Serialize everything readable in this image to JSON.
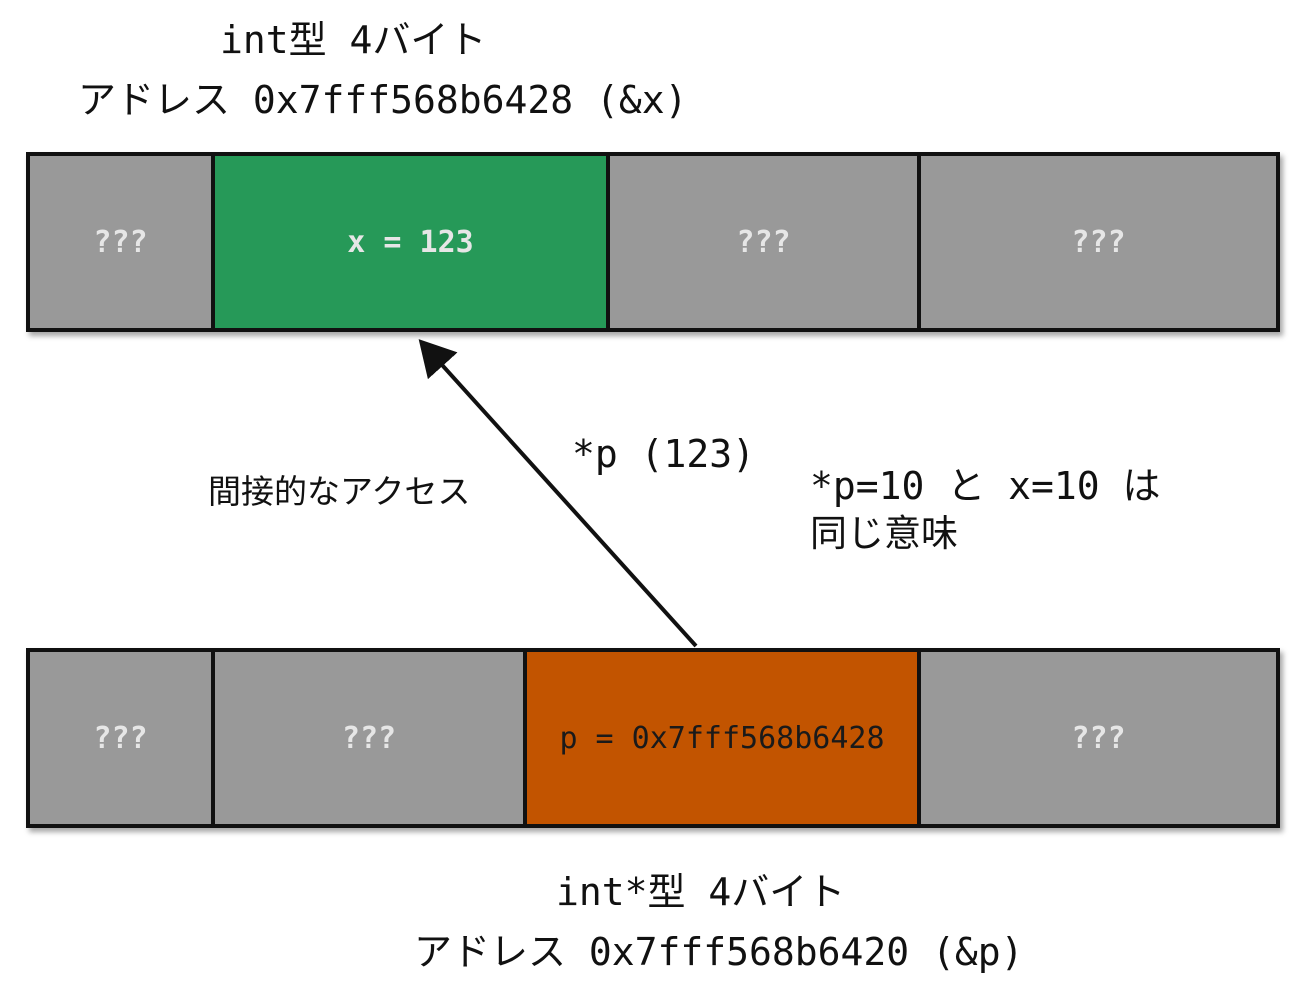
{
  "top_memory": {
    "type_label": "int型 4バイト",
    "address_label": "アドレス 0x7fff568b6428 (&x)",
    "cells": [
      {
        "text": "???",
        "color": "#999999"
      },
      {
        "text": "x = 123",
        "color": "#269958"
      },
      {
        "text": "???",
        "color": "#999999"
      },
      {
        "text": "???",
        "color": "#999999"
      }
    ]
  },
  "bottom_memory": {
    "type_label": "int*型 4バイト",
    "address_label": "アドレス 0x7fff568b6420 (&p)",
    "cells": [
      {
        "text": "???",
        "color": "#999999"
      },
      {
        "text": "???",
        "color": "#999999"
      },
      {
        "text": "p = 0x7fff568b6428",
        "color": "#c25400"
      },
      {
        "text": "???",
        "color": "#999999"
      }
    ]
  },
  "arrow": {
    "value_label": "*p (123)",
    "access_label": "間接的なアクセス"
  },
  "note": {
    "line1": "*p=10 と x=10 は",
    "line2": "同じ意味"
  },
  "colors": {
    "unknown_cell": "#999999",
    "variable_cell": "#269958",
    "pointer_cell": "#c25400",
    "border": "#111111"
  }
}
